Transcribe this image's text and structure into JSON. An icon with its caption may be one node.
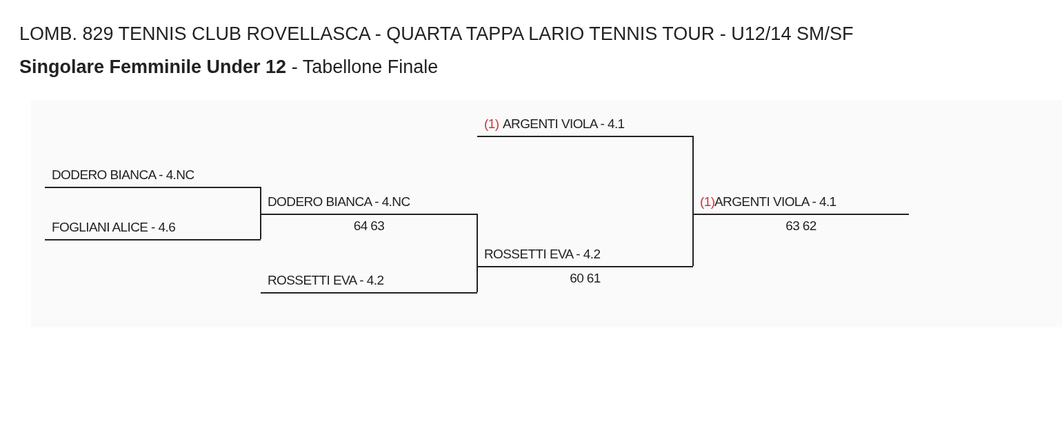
{
  "diagram": {
    "title": "LOMB. 829 TENNIS CLUB ROVELLASCA - QUARTA TAPPA LARIO TENNIS TOUR - U12/14 SM/SF",
    "caption": "**Singolare Femminile Under 12** - Tabellone Finale",
    "nodes": [
      {
        "text": [
          "DODERO BIANCA - 4.NC"
        ]
      },
      {
        "text": [
          "FOGLIANI ALICE - 4.6"
        ]
      },
      {
        "text": [
          "DODERO BIANCA - 4.NC"
        ],
        "beside": [
          "64 63"
        ]
      },
      {
        "text": [
          "ROSSETTI EVA - 4.2"
        ]
      },
      {
        "text": [
          "(1)",
          "ARGENTI VIOLA - 4.1"
        ]
      },
      {
        "text": [
          "ROSSETTI EVA - 4.2"
        ],
        "beside": [
          "60 61"
        ]
      },
      {
        "text": [
          "(1)",
          "ARGENTI VIOLA - 4.1"
        ],
        "beside": [
          "63 62"
        ]
      }
    ],
    "edges": [
      {
        "from": 0,
        "to": 2,
        "arrow": "none"
      },
      {
        "from": 1,
        "to": 2,
        "arrow": "none"
      },
      {
        "from": 2,
        "to": 5,
        "arrow": "none"
      },
      {
        "from": 3,
        "to": 5,
        "arrow": "none"
      },
      {
        "from": 4,
        "to": 6,
        "arrow": "none"
      },
      {
        "from": 5,
        "to": 6,
        "arrow": "none"
      }
    ]
  }
}
